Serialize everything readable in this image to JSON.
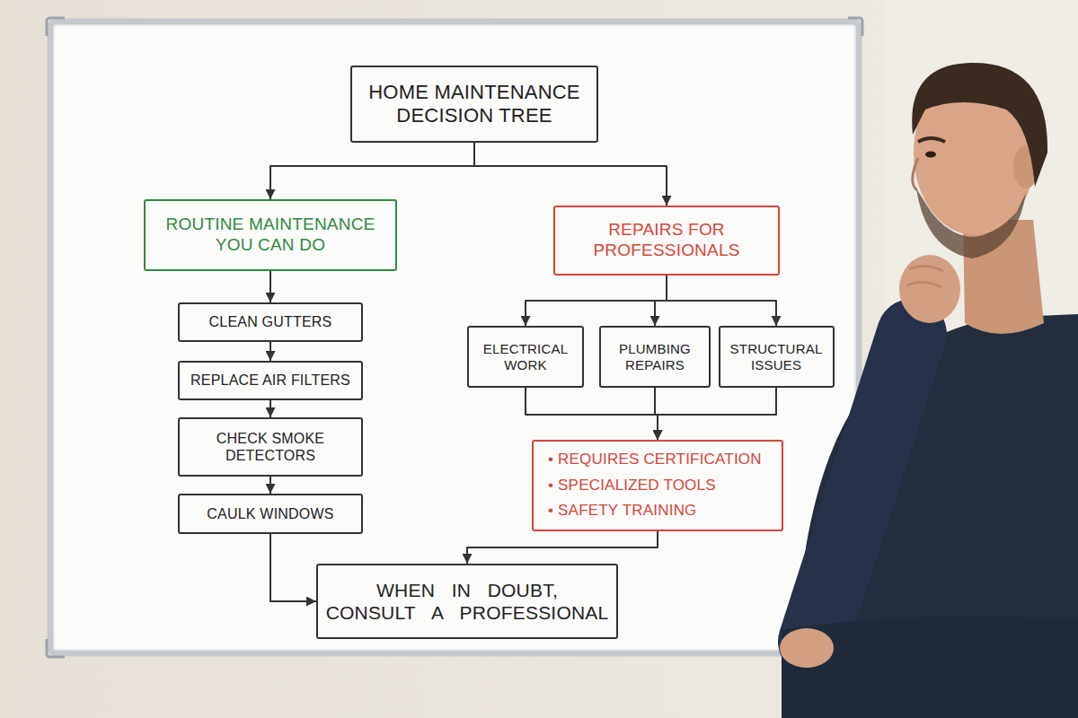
{
  "diagram": {
    "nodes": [
      {
        "text": [
          "HOME MAINTENANCE DECISION TREE"
        ]
      },
      {
        "text": [
          "ROUTINE MAINTENANCE YOU CAN DO"
        ]
      },
      {
        "text": [
          "REPAIRS FOR PROFESSIONALS"
        ]
      },
      {
        "text": [
          "CLEAN GUTTERS"
        ]
      },
      {
        "text": [
          "REPLACE AIR FILTERS"
        ]
      },
      {
        "text": [
          "CHECK SMOKE DETECTORS"
        ]
      },
      {
        "text": [
          "CAULK WINDOWS"
        ]
      },
      {
        "text": [
          "ELECTRICAL WORK"
        ]
      },
      {
        "text": [
          "PLUMBING REPAIRS"
        ]
      },
      {
        "text": [
          "STRUCTURAL ISSUES"
        ]
      },
      {
        "text": [
          "• REQUIRES CERTIFICATION",
          "• SPECIALIZED TOOLS",
          "• SAFETY TRAINING"
        ]
      },
      {
        "text": [
          "WHEN IN DOUBT, CONSULT A PROFESSIONAL"
        ]
      }
    ],
    "edges": [
      {
        "from": 0,
        "to": 1,
        "arrow": "to"
      },
      {
        "from": 0,
        "to": 2,
        "arrow": "to"
      },
      {
        "from": 1,
        "to": 3,
        "arrow": "to"
      },
      {
        "from": 3,
        "to": 4,
        "arrow": "to"
      },
      {
        "from": 4,
        "to": 5,
        "arrow": "to"
      },
      {
        "from": 5,
        "to": 6,
        "arrow": "to"
      },
      {
        "from": 2,
        "to": 7,
        "arrow": "to"
      },
      {
        "from": 2,
        "to": 8,
        "arrow": "to"
      },
      {
        "from": 2,
        "to": 9,
        "arrow": "to"
      },
      {
        "from": 7,
        "to": 10,
        "arrow": "to"
      },
      {
        "from": 8,
        "to": 10,
        "arrow": "to"
      },
      {
        "from": 9,
        "to": 10,
        "arrow": "to"
      },
      {
        "from": 6,
        "to": 11,
        "arrow": "to"
      },
      {
        "from": 10,
        "to": 11,
        "arrow": "to"
      }
    ]
  }
}
